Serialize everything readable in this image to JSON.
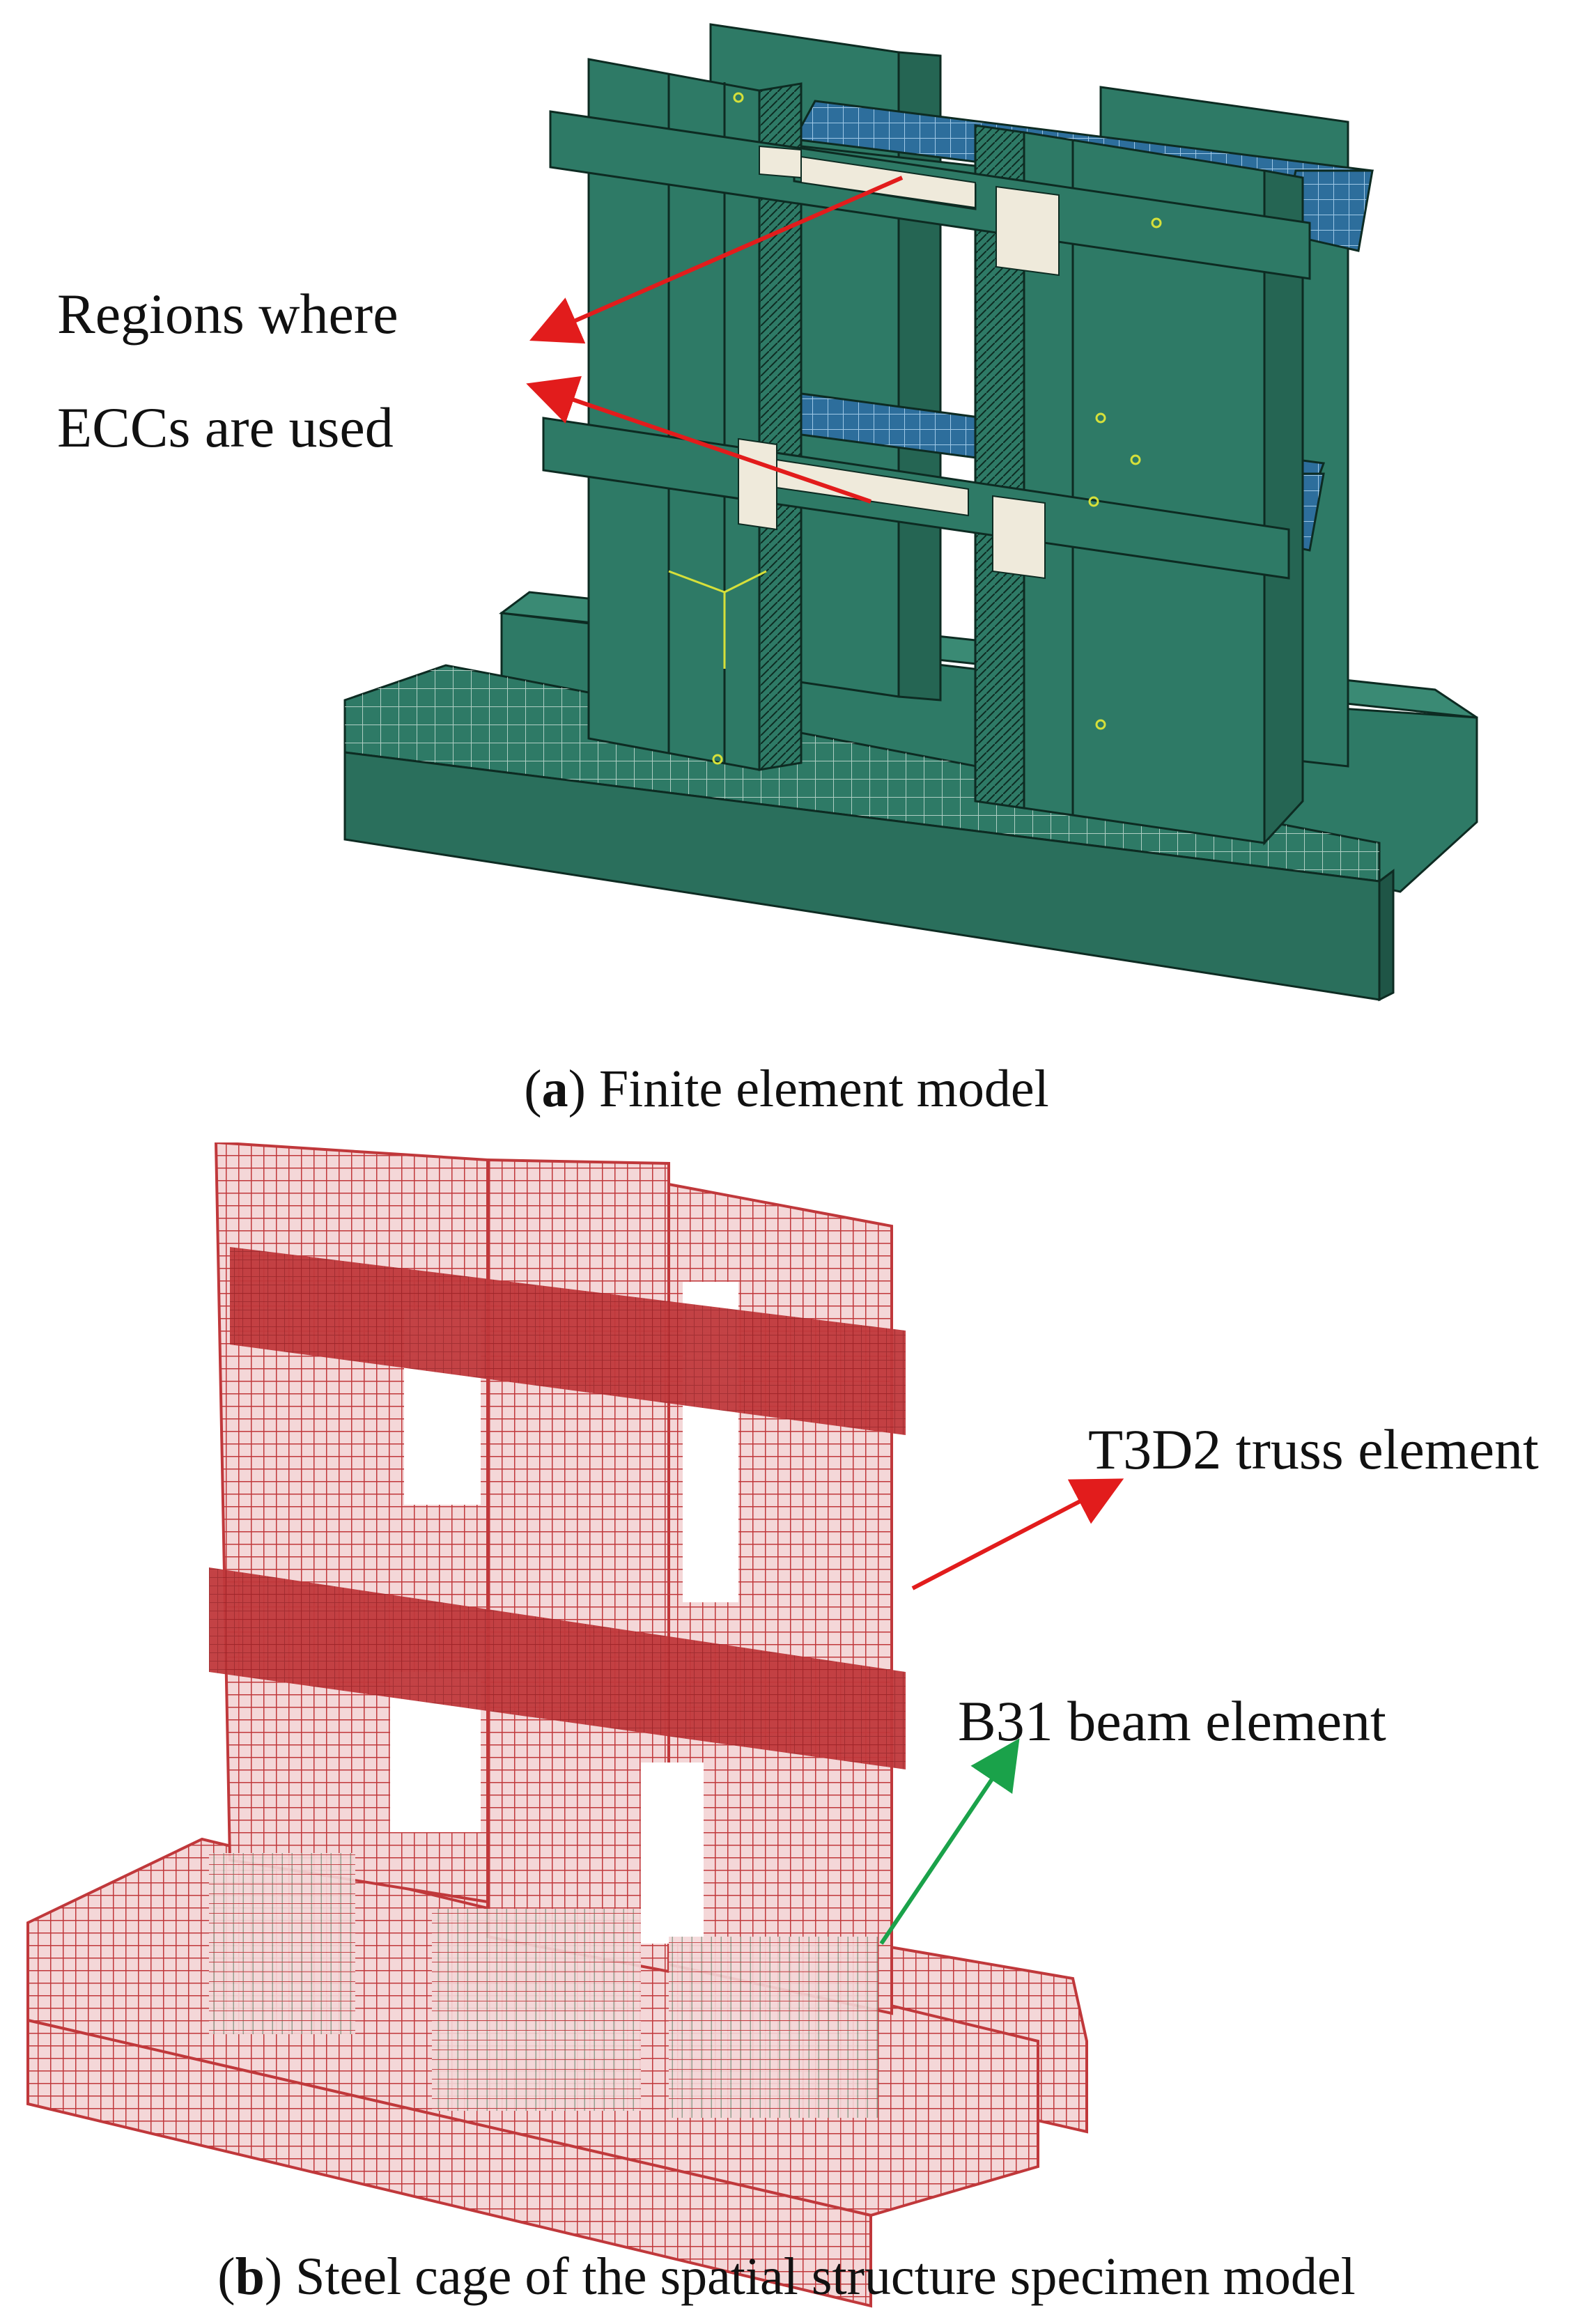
{
  "panel_a": {
    "annotation_line1": "Regions  where",
    "annotation_line2": "ECCs are used",
    "caption_letter": "a",
    "caption_text": " Finite element model"
  },
  "panel_b": {
    "annotation_truss": "T3D2 truss element",
    "annotation_beam": "B31 beam element",
    "caption_letter": "b",
    "caption_text": " Steel cage of the spatial structure specimen model"
  },
  "colors": {
    "concrete": "#2e7a66",
    "ecc": "#efeadb",
    "slab_mesh": "#2d6e9c",
    "rebar_truss": "#c0383b",
    "rebar_beam": "#8a9a88",
    "arrow_red": "#e21c1c",
    "arrow_green": "#1aa24a"
  }
}
